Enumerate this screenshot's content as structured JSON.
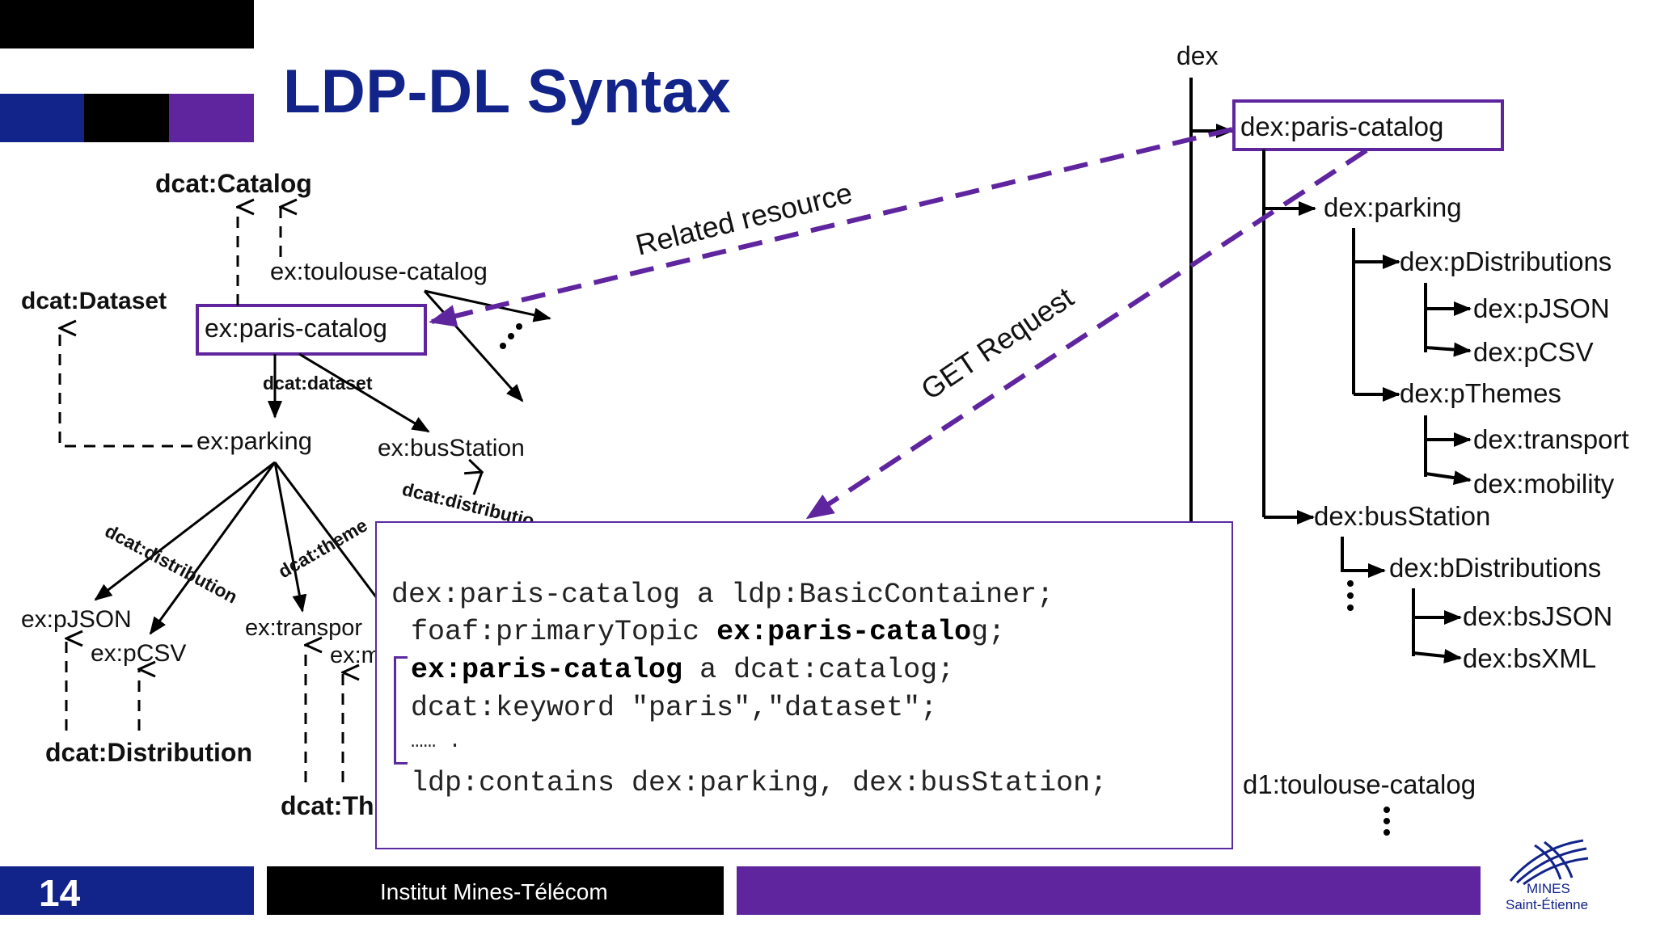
{
  "title": "LDP-DL Syntax",
  "colors": {
    "navy": "#12238a",
    "purple": "#5f259f",
    "black": "#000000"
  },
  "left_graph": {
    "dcat_catalog": "dcat:Catalog",
    "dcat_dataset": "dcat:Dataset",
    "toulouse_catalog": "ex:toulouse-catalog",
    "paris_catalog": "ex:paris-catalog",
    "dataset_edge": "dcat:dataset",
    "parking": "ex:parking",
    "bus_station": "ex:busStation",
    "bus_distribution_edge": "dcat:distributio",
    "distribution_edge": "dcat:distribution",
    "theme_edge": "dcat:theme",
    "pjson": "ex:pJSON",
    "pcsv": "ex:pCSV",
    "transport": "ex:transpor",
    "mobility": "ex:m",
    "dcat_distribution": "dcat:Distribution",
    "dcat_theme": "dcat:Th"
  },
  "arrows": {
    "related": "Related resource",
    "get": "GET Request"
  },
  "tree": {
    "root": "dex",
    "paris_catalog": "dex:paris-catalog",
    "parking": "dex:parking",
    "p_distributions": "dex:pDistributions",
    "p_json": "dex:pJSON",
    "p_csv": "dex:pCSV",
    "p_themes": "dex:pThemes",
    "transport": "dex:transport",
    "mobility": "dex:mobility",
    "bus_station": "dex:busStation",
    "b_distributions": "dex:bDistributions",
    "bs_json": "dex:bsJSON",
    "bs_xml": "dex:bsXML",
    "toulouse": "d1:toulouse-catalog"
  },
  "code": {
    "line1": "dex:paris-catalog a ldp:BasicContainer;",
    "line2_a": "foaf:primaryTopic ",
    "line2_b": "ex:paris-catalo",
    "line2_c": "g;",
    "line3_a": "ex:paris-catalog",
    "line3_b": " a dcat:catalog;",
    "line4": "dcat:keyword \"paris\",\"dataset\";",
    "line5": "…… .",
    "line6": "ldp:contains dex:parking, dex:busStation;"
  },
  "footer": {
    "page_number": "14",
    "institute": "Institut Mines-Télécom",
    "logo_line1": "MINES",
    "logo_line2": "Saint-Étienne"
  }
}
